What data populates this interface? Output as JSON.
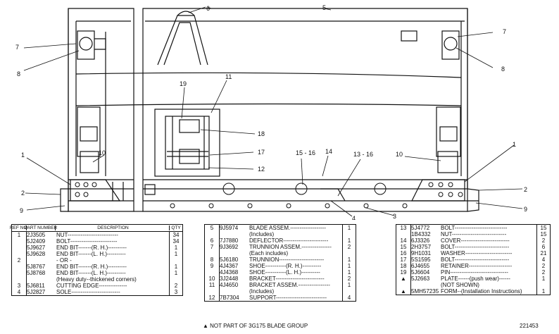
{
  "callouts": {
    "c1": "1",
    "c2": "2",
    "c3": "3",
    "c4": "4",
    "c5": "5",
    "c6": "6",
    "c7a": "7",
    "c7b": "7",
    "c8a": "8",
    "c8b": "8",
    "c9a": "9",
    "c9b": "9",
    "c10a": "10",
    "c10b": "10",
    "c11": "11",
    "c12": "12",
    "c13": "13 - 16",
    "c14": "14",
    "c15": "15 - 16",
    "c17": "17",
    "c18": "18",
    "c19": "19",
    "c1b": "1",
    "c2b": "2"
  },
  "table_left": {
    "headers": {
      "ref": "REF NO.",
      "part": "PART NUMBER",
      "desc": "DESCRIPTION",
      "qty": "QTY"
    },
    "rows": [
      {
        "ref": "1",
        "part": "2J3505",
        "desc": "NUT---------------------------",
        "qty": "34"
      },
      {
        "ref": "",
        "part": "5J2409",
        "desc": "BOLT-------------------------",
        "qty": "34"
      },
      {
        "ref": "",
        "part": "5J9627",
        "desc": "END BIT-------(R. H.)----------",
        "qty": "1"
      },
      {
        "ref": "",
        "part": "5J9628",
        "desc": "END BIT-------(L. H.)----------",
        "qty": "1"
      },
      {
        "ref": "2",
        "part": "",
        "desc": "- OR -",
        "qty": ""
      },
      {
        "ref": "",
        "part": "5J8767",
        "desc": "END BIT-------(R. H.)----------",
        "qty": "1"
      },
      {
        "ref": "",
        "part": "5J8768",
        "desc": "END BIT-------(L. H.)----------",
        "qty": "1"
      },
      {
        "ref": "",
        "part": "",
        "desc": "(Heavy duty--thickened corners)",
        "qty": ""
      },
      {
        "ref": "3",
        "part": "5J6811",
        "desc": "CUTTING EDGE---------------",
        "qty": "2"
      },
      {
        "ref": "4",
        "part": "5J2827",
        "desc": "SOLE--------------------------",
        "qty": "3"
      }
    ]
  },
  "table_middle": {
    "rows": [
      {
        "ref": "5",
        "part": "9J5974",
        "desc": "BLADE ASSEM.-------------------",
        "qty": "1"
      },
      {
        "ref": "",
        "part": "",
        "desc": "(Includes)",
        "qty": ""
      },
      {
        "ref": "6",
        "part": "7J7880",
        "desc": "DEFLECTOR------------------------",
        "qty": "1"
      },
      {
        "ref": "7",
        "part": "9J3692",
        "desc": "TRUNNION ASSEM.----------------",
        "qty": "2"
      },
      {
        "ref": "",
        "part": "",
        "desc": "(Each includes)",
        "qty": ""
      },
      {
        "ref": "8",
        "part": "5J6180",
        "desc": "TRUNNION------------------------",
        "qty": "1"
      },
      {
        "ref": "9",
        "part": "4J4367",
        "desc": "SHOE-----------(R. H.)----------",
        "qty": "1"
      },
      {
        "ref": "",
        "part": "4J4368",
        "desc": "SHOE-----------(L. H.)----------",
        "qty": "1"
      },
      {
        "ref": "10",
        "part": "3J2448",
        "desc": "BRACKET--------------------------",
        "qty": "2"
      },
      {
        "ref": "11",
        "part": "4J4650",
        "desc": "BRACKET ASSEM.-----------------",
        "qty": "1"
      },
      {
        "ref": "",
        "part": "",
        "desc": "(Includes)",
        "qty": ""
      },
      {
        "ref": "12",
        "part": "7B7304",
        "desc": "SUPPORT---------------------------",
        "qty": "4"
      }
    ],
    "footnote": "▲ NOT PART OF 3G175 BLADE GROUP"
  },
  "table_right": {
    "rows": [
      {
        "ref": "13",
        "part": "5J4772",
        "desc": "BOLT----------------------------",
        "qty": "15"
      },
      {
        "ref": "",
        "part": "1B4332",
        "desc": "NUT-----------------------------",
        "qty": "15"
      },
      {
        "ref": "14",
        "part": "6J3326",
        "desc": "COVER--------------------------",
        "qty": "2"
      },
      {
        "ref": "15",
        "part": "2H3757",
        "desc": "BOLT-----------------------------",
        "qty": "6"
      },
      {
        "ref": "16",
        "part": "9H1031",
        "desc": "WASHER-------------------------",
        "qty": "21"
      },
      {
        "ref": "17",
        "part": "5S1595",
        "desc": "BOLT-----------------------------",
        "qty": "4"
      },
      {
        "ref": "18",
        "part": "6J4655",
        "desc": "RETAINER-----------------------",
        "qty": "2"
      },
      {
        "ref": "19",
        "part": "5J6604",
        "desc": "PIN-------------------------------",
        "qty": "2"
      },
      {
        "ref": "▲",
        "part": "5J2663",
        "desc": "PLATE------(push wear)------",
        "qty": "1"
      },
      {
        "ref": "",
        "part": "",
        "desc": "(NOT SHOWN)",
        "qty": ""
      },
      {
        "ref": "▲",
        "part": "5MH57235",
        "desc": "FORM--(Installation Instructions)",
        "qty": "1"
      }
    ],
    "code": "221453"
  }
}
